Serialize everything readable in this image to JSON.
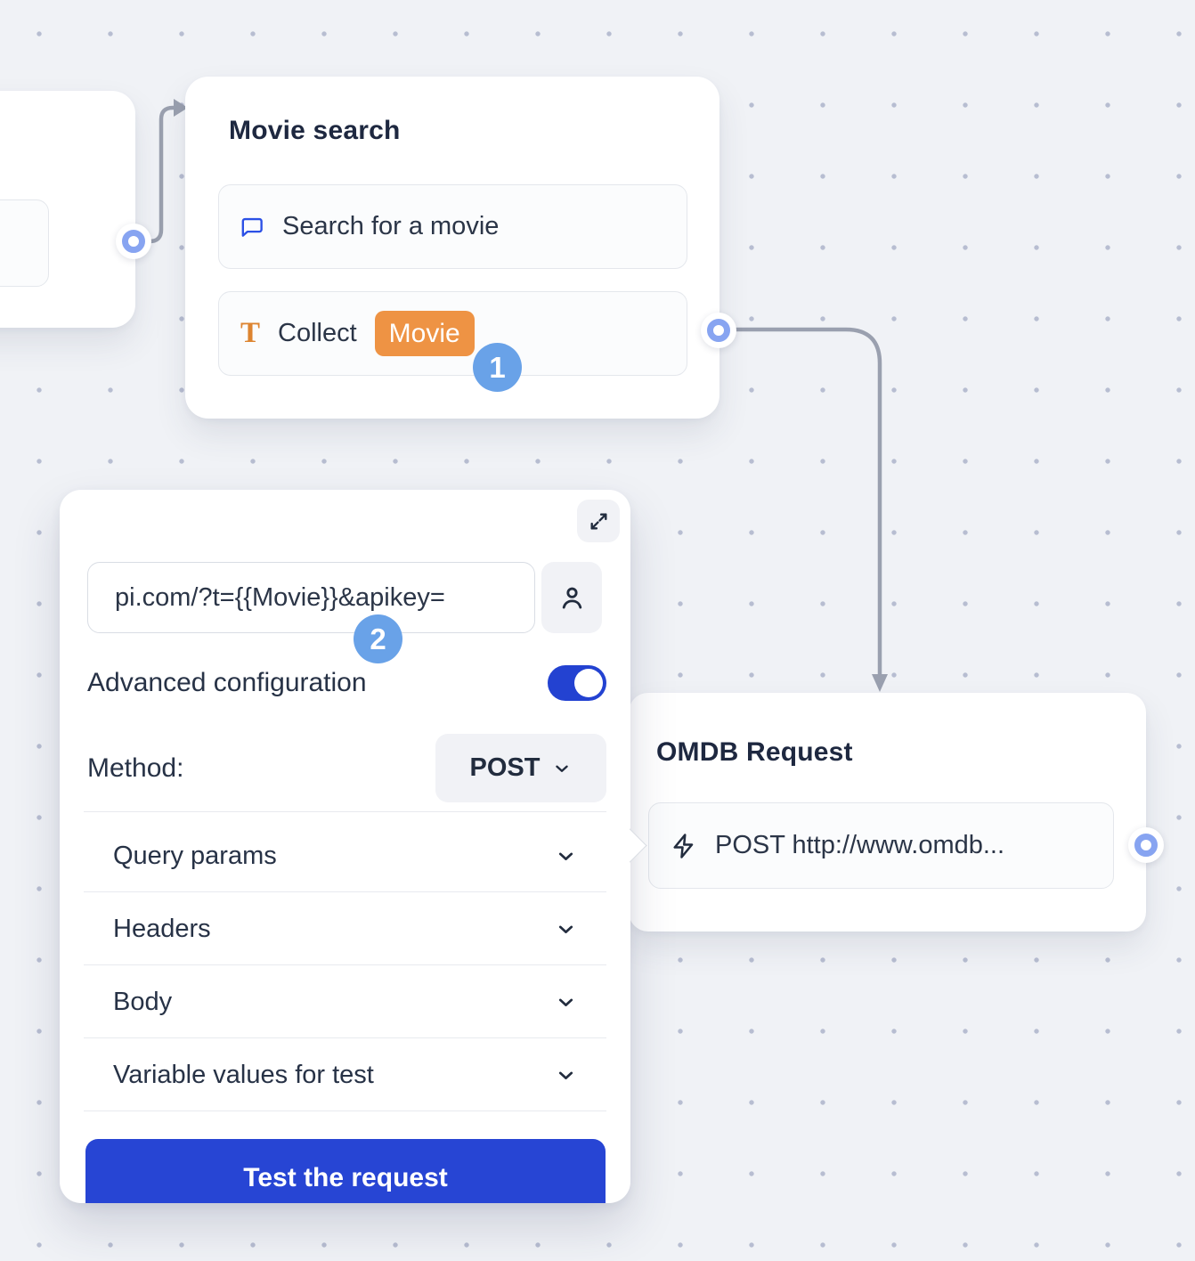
{
  "canvas": {
    "background_color": "#f0f2f6",
    "dot_color": "#b7bdd1"
  },
  "movie_search_node": {
    "title": "Movie search",
    "items": [
      {
        "icon": "chat-bubble-icon",
        "label": "Search for a movie"
      },
      {
        "icon": "text-input-icon",
        "label": "Collect",
        "variable_tag": "Movie"
      }
    ],
    "step_badge": "1"
  },
  "omdb_node": {
    "title": "OMDB Request",
    "items": [
      {
        "icon": "lightning-icon",
        "label": "POST http://www.omdb..."
      }
    ]
  },
  "editor_panel": {
    "expand_icon": "expand-icon",
    "url_input": {
      "value": "pi.com/?t={{Movie}}&apikey="
    },
    "person_button_icon": "person-icon",
    "step_badge": "2",
    "advanced_configuration": {
      "label": "Advanced configuration",
      "enabled": true
    },
    "method": {
      "label": "Method:",
      "value": "POST"
    },
    "sections": [
      {
        "label": "Query params"
      },
      {
        "label": "Headers"
      },
      {
        "label": "Body"
      },
      {
        "label": "Variable values for test"
      }
    ],
    "test_button_label": "Test the request"
  },
  "colors": {
    "accent_blue": "#2342d1",
    "button_blue": "#2745d4",
    "badge_blue": "#69a2e8",
    "port_blue": "#87a4f1",
    "tag_orange": "#ee9344",
    "icon_orange": "#dd8430",
    "connector_gray": "#9aa0af",
    "text_dark": "#1e2840"
  }
}
